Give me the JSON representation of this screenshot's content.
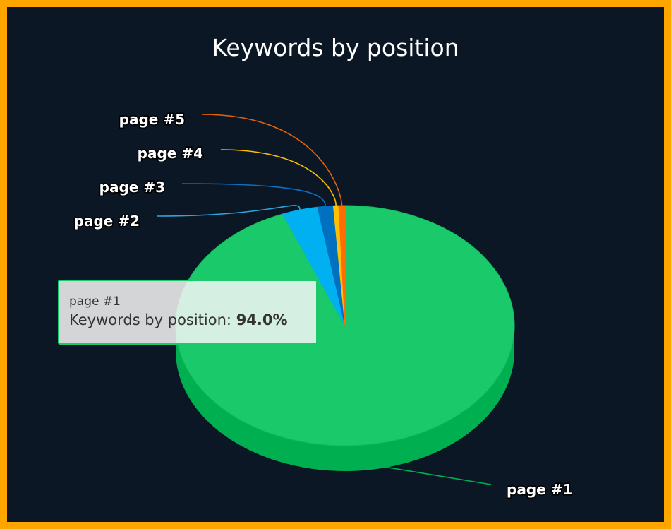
{
  "chart_data": {
    "type": "pie",
    "title": "Keywords by position",
    "series_name": "Keywords by position",
    "categories": [
      "page #1",
      "page #2",
      "page #3",
      "page #4",
      "page #5"
    ],
    "values": [
      94.0,
      3.4,
      1.5,
      0.5,
      0.6
    ],
    "colors": [
      "#19c96a",
      "#00b0f0",
      "#0070c0",
      "#ffc000",
      "#ff6d00"
    ],
    "side_colors": [
      "#00b050",
      "#0090c8",
      "#005aa0",
      "#d9a300",
      "#d85a00"
    ],
    "connector_colors": [
      "#00b050",
      "#29a8e0",
      "#0d6fc0",
      "#ffc000",
      "#e8620a"
    ]
  },
  "tooltip": {
    "title": "page #1",
    "series_label": "Keywords by position:",
    "value": "94.0%"
  }
}
